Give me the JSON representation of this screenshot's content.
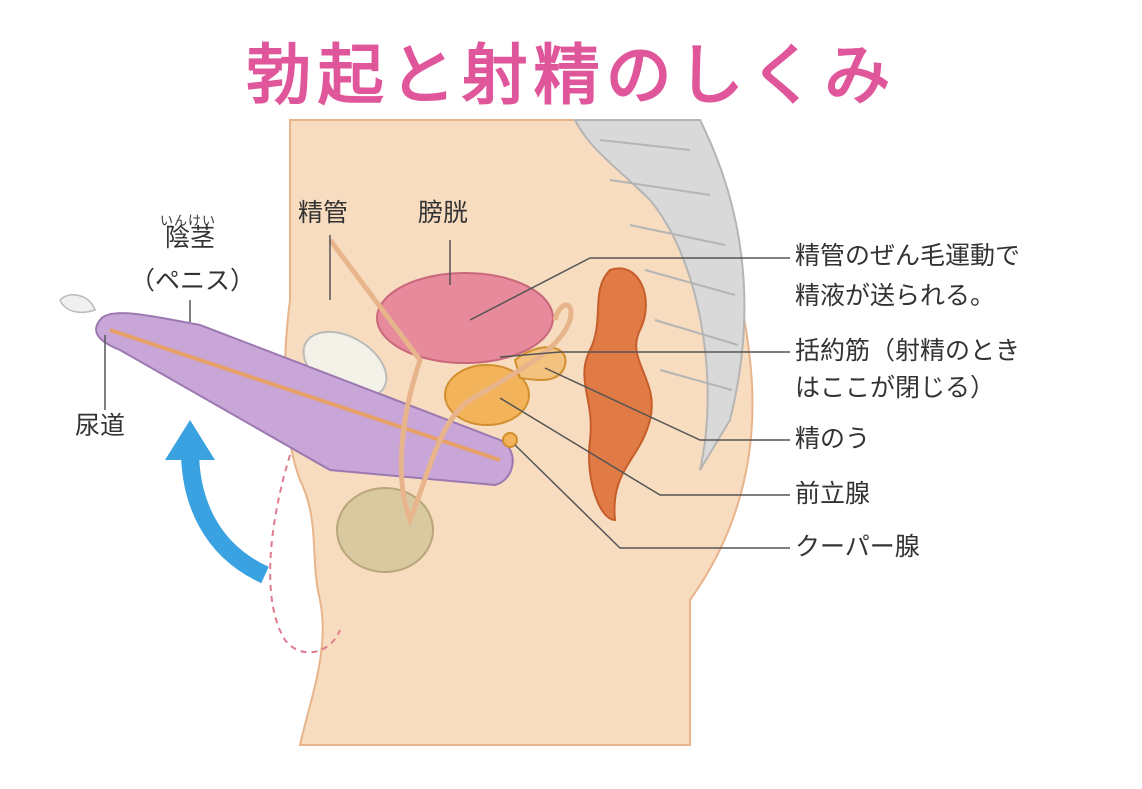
{
  "title": "勃起と射精のしくみ",
  "labels": {
    "vas_deferens": "精管",
    "bladder": "膀胱",
    "penis_ruby": "いんけい",
    "penis": "陰茎",
    "penis_kana": "（ペニス）",
    "urethra": "尿道",
    "peristalsis_line1": "精管のぜん毛運動で",
    "peristalsis_line2": "精液が送られる。",
    "sphincter_line1": "括約筋（射精のとき",
    "sphincter_line2": "はここが閉じる）",
    "seminal_vesicle": "精のう",
    "prostate": "前立腺",
    "cowper_gland": "クーパー腺"
  },
  "colors": {
    "title": "#e0569a",
    "skin": "#f7dcc0",
    "skin_outline": "#e8b48c",
    "penis": "#c9a6d8",
    "bladder": "#e68a9c",
    "rectum": "#e07b45",
    "prostate": "#f2b35a",
    "testis": "#d8c9a0",
    "spine": "#d9d9d9",
    "arrow": "#3aa2e0"
  },
  "icons": {
    "erection_arrow": "curved-up-arrow-icon"
  }
}
